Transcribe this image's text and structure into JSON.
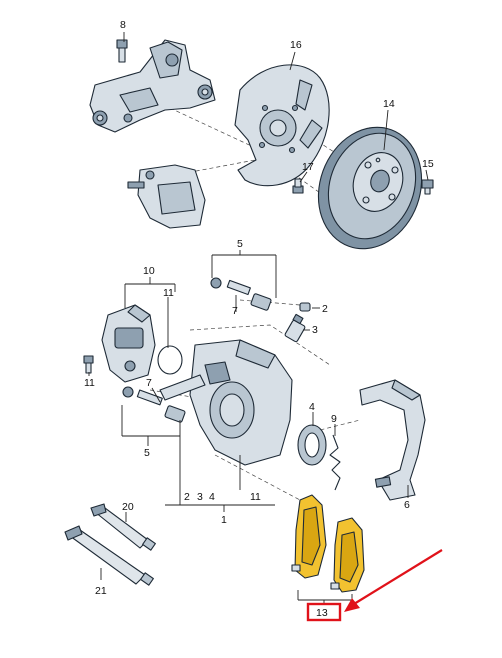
{
  "callouts": {
    "c1": "1",
    "c2": "2",
    "c2b": "2",
    "c3": "3",
    "c3b": "3",
    "c4": "4",
    "c4b": "4",
    "c5a": "5",
    "c5b": "5",
    "c6": "6",
    "c7a": "7",
    "c7b": "7",
    "c8": "8",
    "c9": "9",
    "c10": "10",
    "c11a": "11",
    "c11b": "11",
    "c11c": "11",
    "c13": "13",
    "c14": "14",
    "c15": "15",
    "c16": "16",
    "c17": "17",
    "c20": "20",
    "c21": "21"
  },
  "highlight": {
    "color": "#e0121a",
    "target": "13"
  },
  "colors": {
    "pad": "#f2c230",
    "metal": "#d7dfe6",
    "outline": "#1e2a36"
  }
}
